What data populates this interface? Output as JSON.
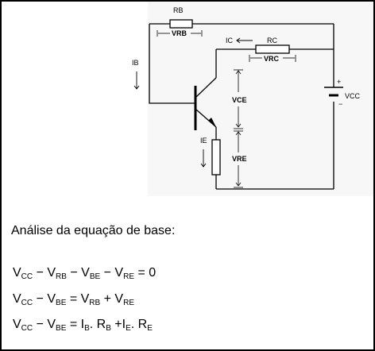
{
  "diagram": {
    "labels": {
      "rb": "RB",
      "vrb": "VRB",
      "ic": "IC",
      "rc": "RC",
      "vrc": "VRC",
      "ib": "IB",
      "vce": "VCE",
      "ie": "IE",
      "vre": "VRE",
      "vcc": "VCC",
      "plus": "+",
      "minus": "−"
    }
  },
  "text": {
    "title": "Análise da equação de base:"
  },
  "equations": [
    {
      "parts": [
        {
          "t": "V"
        },
        {
          "s": "CC"
        },
        {
          "t": " − V"
        },
        {
          "s": "RB"
        },
        {
          "t": " − V"
        },
        {
          "s": "BE"
        },
        {
          "t": " − V"
        },
        {
          "s": "RE"
        },
        {
          "t": " = 0"
        }
      ]
    },
    {
      "parts": [
        {
          "t": "V"
        },
        {
          "s": "CC"
        },
        {
          "t": " − V"
        },
        {
          "s": "BE"
        },
        {
          "t": " = V"
        },
        {
          "s": "RB"
        },
        {
          "t": " + V"
        },
        {
          "s": "RE"
        }
      ]
    },
    {
      "parts": [
        {
          "t": "V"
        },
        {
          "s": "CC"
        },
        {
          "t": " − V"
        },
        {
          "s": "BE"
        },
        {
          "t": " = I"
        },
        {
          "s": "B"
        },
        {
          "t": ". R"
        },
        {
          "s": "B"
        },
        {
          "t": " +I"
        },
        {
          "s": "E"
        },
        {
          "t": ". R"
        },
        {
          "s": "E"
        }
      ]
    }
  ]
}
